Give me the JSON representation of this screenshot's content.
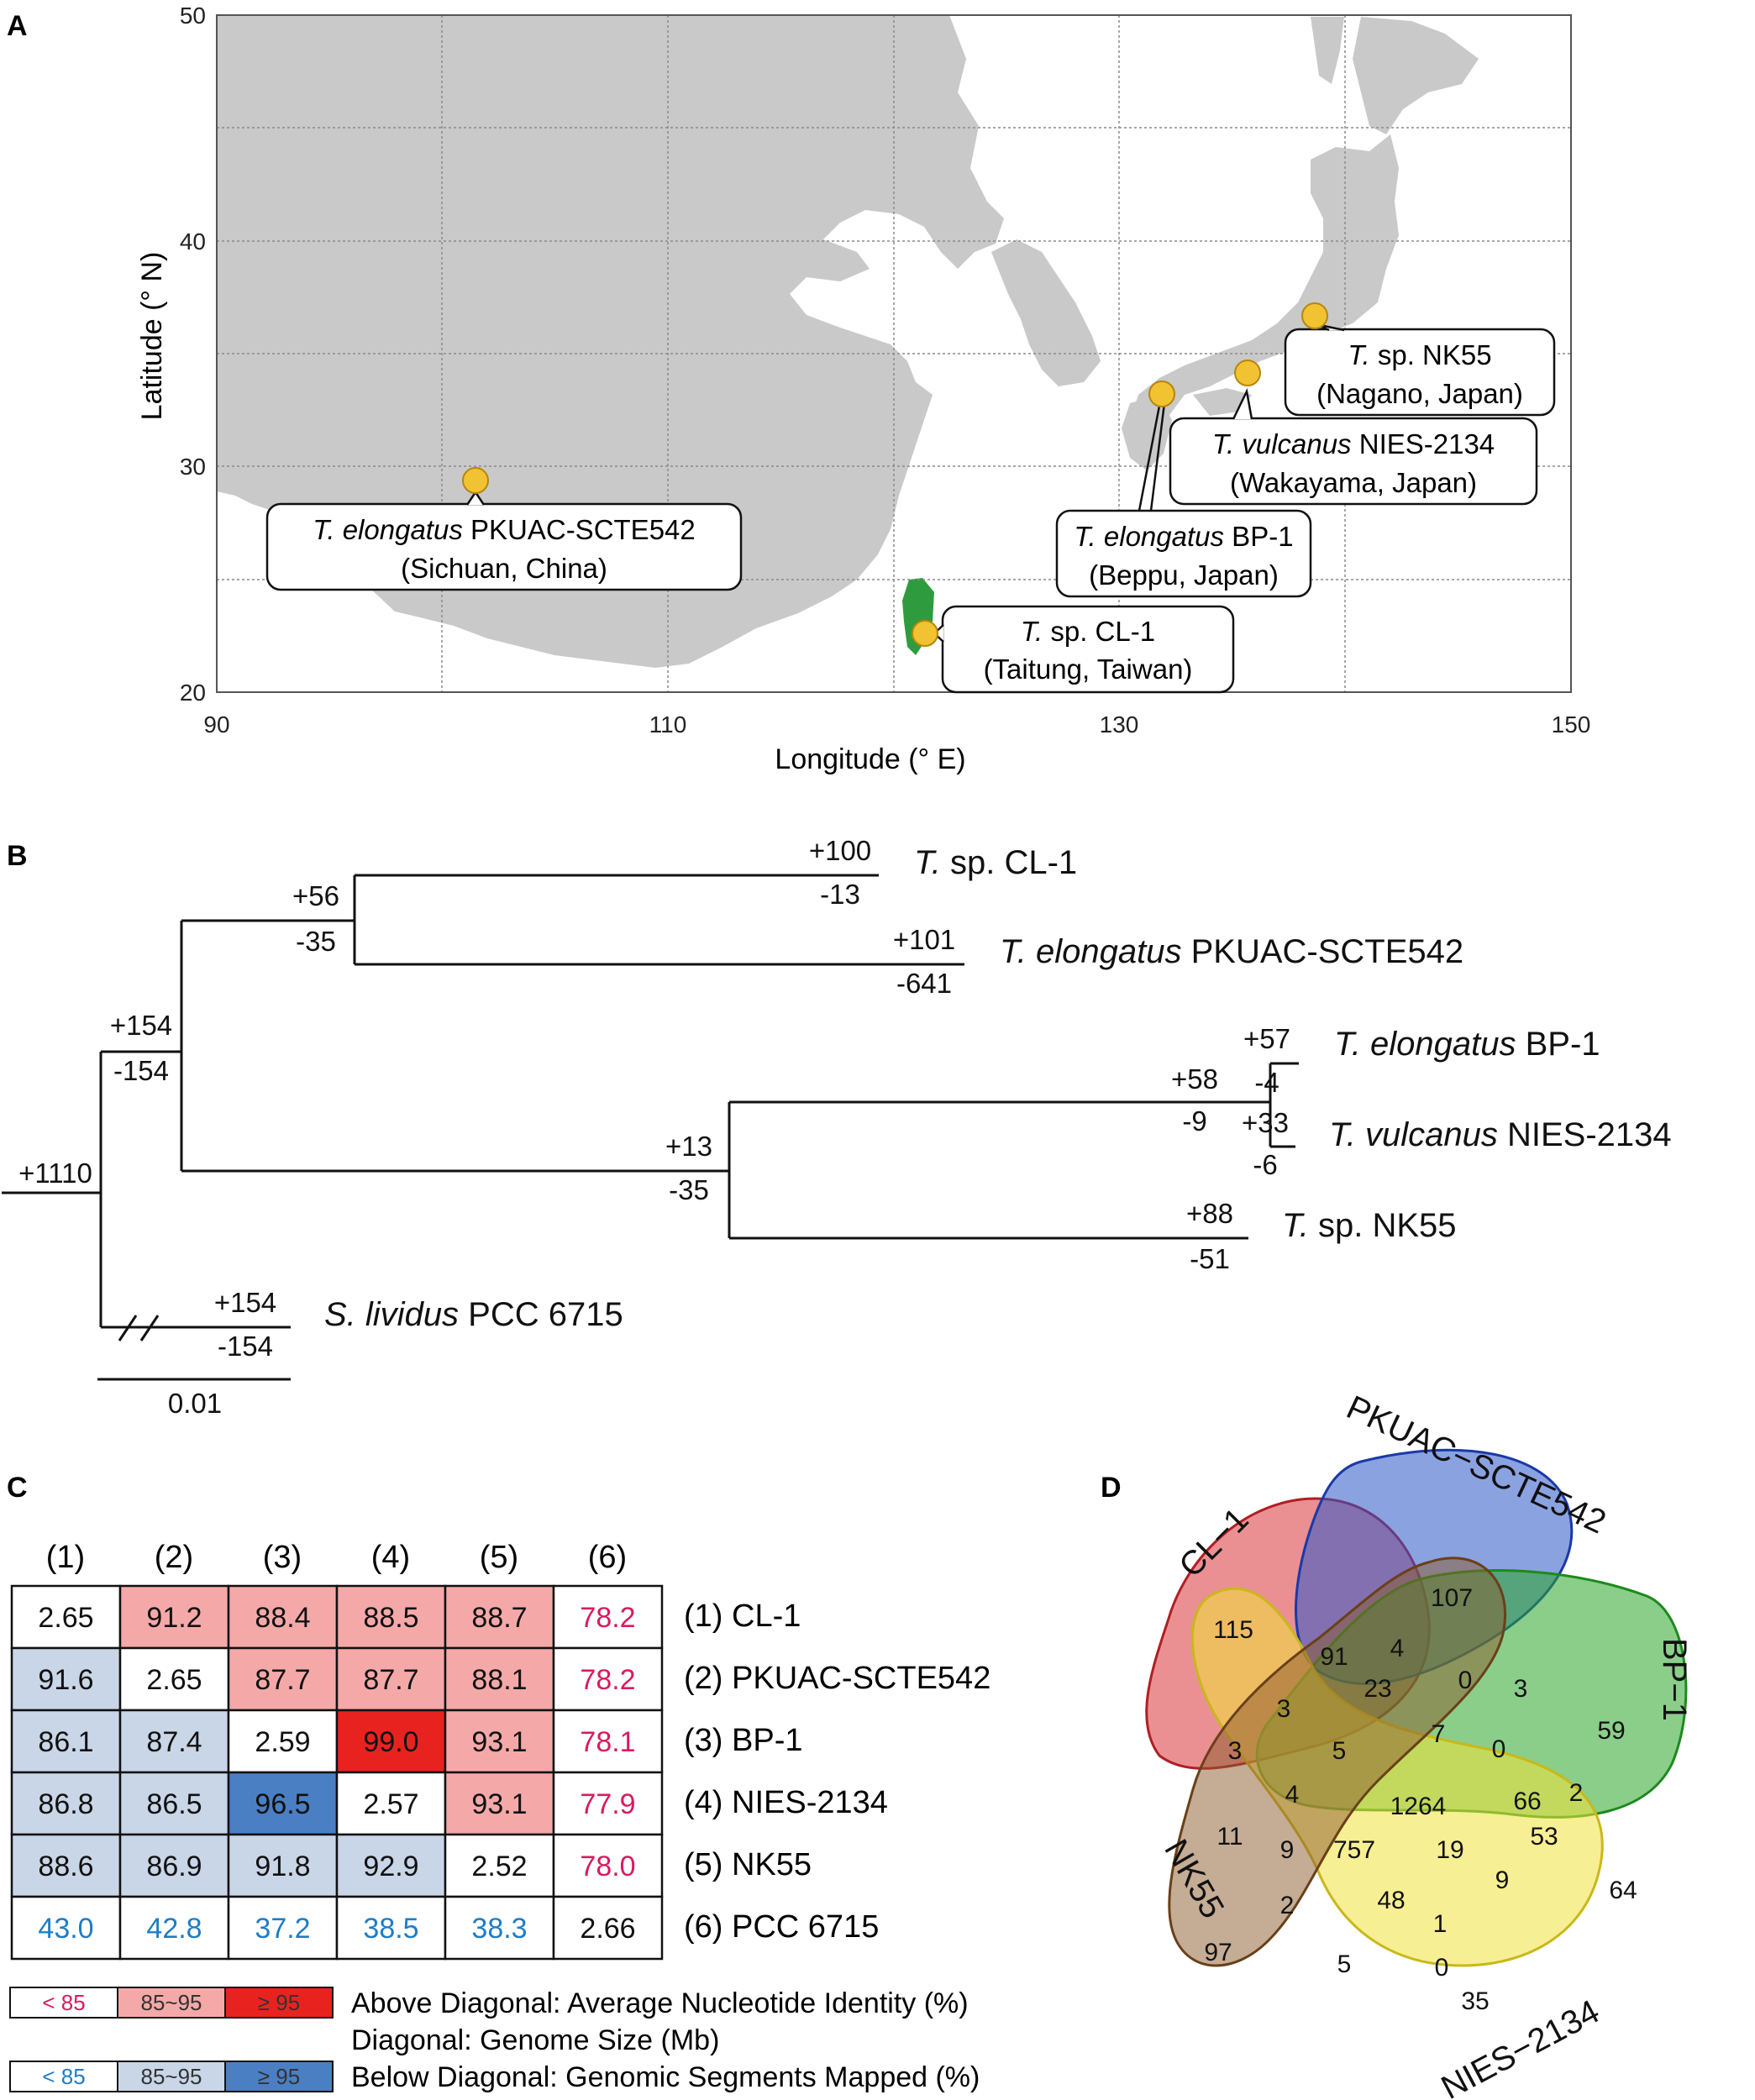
{
  "panel_labels": {
    "a": "A",
    "b": "B",
    "c": "C",
    "d": "D"
  },
  "map": {
    "xlabel": "Longitude (° E)",
    "ylabel": "Latitude (° N)",
    "xticks": [
      "90",
      "110",
      "130",
      "150"
    ],
    "yticks": [
      "20",
      "30",
      "40",
      "50"
    ],
    "sites": [
      {
        "genus": "T. elongatus",
        "strain": " PKUAC-SCTE542",
        "place": "(Sichuan, China)"
      },
      {
        "genus": "T.",
        "strain": " sp. CL-1",
        "place": "(Taitung, Taiwan)"
      },
      {
        "genus": "T. elongatus",
        "strain": " BP-1",
        "place": "(Beppu, Japan)"
      },
      {
        "genus": "T. vulcanus",
        "strain": " NIES-2134",
        "place": "(Wakayama, Japan)"
      },
      {
        "genus": "T.",
        "strain": " sp. NK55",
        "place": "(Nagano, Japan)"
      }
    ],
    "colors": {
      "land": "#c8c9c8",
      "site": "#f1c232",
      "taiwan": "#2e9b3f"
    }
  },
  "tree": {
    "leaves": [
      {
        "genus": "T.",
        "strain": " sp. CL-1"
      },
      {
        "genus": "T. elongatus",
        "strain": " PKUAC-SCTE542"
      },
      {
        "genus": "T. elongatus",
        "strain": " BP-1"
      },
      {
        "genus": "T. vulcanus",
        "strain": " NIES-2134"
      },
      {
        "genus": "T.",
        "strain": " sp. NK55"
      },
      {
        "genus": "S. lividus",
        "strain": " PCC 6715"
      }
    ],
    "gain_loss": {
      "root": "+1110",
      "thermo_clade": [
        "+154",
        "-154"
      ],
      "cl_pku_clade": [
        "+56",
        "-35"
      ],
      "cl1": [
        "+100",
        "-13"
      ],
      "pku": [
        "+101",
        "-641"
      ],
      "japan_clade": [
        "+13",
        "-35"
      ],
      "bp_nies_clade": [
        "+58",
        "-9"
      ],
      "bp1": [
        "+57",
        "-4"
      ],
      "nies": [
        "+33",
        "-6"
      ],
      "nk55": [
        "+88",
        "-51"
      ],
      "pcc": [
        "+154",
        "-154"
      ]
    },
    "scale": "0.01"
  },
  "matrix": {
    "col_headers": [
      "(1)",
      "(2)",
      "(3)",
      "(4)",
      "(5)",
      "(6)"
    ],
    "row_labels": [
      "(1) CL-1",
      "(2) PKUAC-SCTE542",
      "(3) BP-1",
      "(4) NIES-2134",
      "(5) NK55",
      "(6) PCC 6715"
    ],
    "rows": [
      [
        "2.65",
        "91.2",
        "88.4",
        "88.5",
        "88.7",
        "78.2"
      ],
      [
        "91.6",
        "2.65",
        "87.7",
        "87.7",
        "88.1",
        "78.2"
      ],
      [
        "86.1",
        "87.4",
        "2.59",
        "99.0",
        "93.1",
        "78.1"
      ],
      [
        "86.8",
        "86.5",
        "96.5",
        "2.57",
        "93.1",
        "77.9"
      ],
      [
        "88.6",
        "86.9",
        "91.8",
        "92.9",
        "2.52",
        "78.0"
      ],
      [
        "43.0",
        "42.8",
        "37.2",
        "38.5",
        "38.3",
        "2.66"
      ]
    ],
    "legend": {
      "above_bins": [
        "< 85",
        "85~95",
        "≥ 95"
      ],
      "below_bins": [
        "< 85",
        "85~95",
        "≥ 95"
      ],
      "above_text": "Above Diagonal: Average Nucleotide Identity (%)",
      "diag_text": "Diagonal: Genome Size (Mb)",
      "below_text": "Below Diagonal: Genomic Segments Mapped (%)"
    },
    "colors": {
      "above_low": "#d81b60",
      "above_mid": "#f4a9a8",
      "above_high": "#e8231f",
      "below_low": "#1f7dc4",
      "below_mid": "#c9d6e8",
      "below_high": "#4a7fc4"
    }
  },
  "venn": {
    "set_labels": [
      "CL−1",
      "PKUAC−SCTE542",
      "BP−1",
      "NIES−2134",
      "NK55"
    ],
    "colors": [
      "#d9343a",
      "#2c55c9",
      "#2aa52a",
      "#f0e23a",
      "#8b5a2b"
    ],
    "counts": [
      "107",
      "115",
      "91",
      "4",
      "23",
      "0",
      "3",
      "59",
      "3",
      "7",
      "0",
      "3",
      "5",
      "4",
      "1264",
      "66",
      "2",
      "53",
      "11",
      "9",
      "757",
      "19",
      "9",
      "64",
      "2",
      "48",
      "1",
      "97",
      "5",
      "0",
      "35"
    ]
  }
}
